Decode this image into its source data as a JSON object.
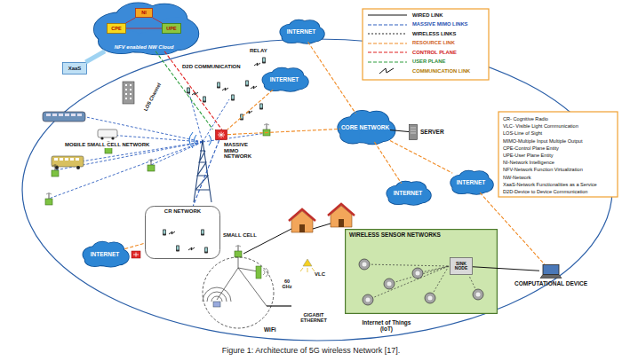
{
  "diagram": {
    "caption": "Figure 1: Architecture of 5G wireless Network [17].",
    "nodes": [
      {
        "text": [
          "NFV enabled NW Cloud"
        ]
      },
      {
        "text": [
          "NI"
        ],
        "in": 0
      },
      {
        "text": [
          "CPE"
        ],
        "in": 0
      },
      {
        "text": [
          "UPE"
        ],
        "in": 0
      },
      {
        "text": [
          "XaaS"
        ]
      },
      {
        "text": [
          "INTERNET"
        ]
      },
      {
        "text": [
          "INTERNET"
        ]
      },
      {
        "text": [
          "MASSIVE MIMO NETWORK"
        ]
      },
      {
        "text": [
          "CORE NETWORK"
        ]
      },
      {
        "text": [
          "SERVER"
        ]
      },
      {
        "text": [
          "INTERNET"
        ]
      },
      {
        "text": [
          "INTERNET"
        ]
      },
      {
        "text": [
          "INTERNET"
        ]
      },
      {
        "text": [
          "CR NETWORK"
        ]
      },
      {
        "text": [
          "WIRELESS SENSOR NETWORKS",
          "Internet of Things (IoT)"
        ]
      },
      {
        "text": [
          "SINK NODE"
        ],
        "in": 14
      },
      {
        "text": [
          "COMPUTATIONAL DEVICE"
        ]
      }
    ],
    "edges": [
      {
        "from": 1,
        "to": 2,
        "arrow": "none"
      },
      {
        "from": 1,
        "to": 3,
        "arrow": "none"
      },
      {
        "from": 2,
        "to": 3,
        "arrow": "none"
      },
      {
        "from": 0,
        "to": 4,
        "arrow": "none"
      },
      {
        "from": 0,
        "to": 7,
        "arrow": "none"
      },
      {
        "from": 0,
        "to": 7,
        "arrow": "none"
      },
      {
        "from": 5,
        "to": 8,
        "arrow": "none"
      },
      {
        "from": 6,
        "to": 7,
        "arrow": "none"
      },
      {
        "from": 7,
        "to": 8,
        "arrow": "none"
      },
      {
        "from": 8,
        "to": 9,
        "arrow": "none"
      },
      {
        "from": 8,
        "to": 10,
        "arrow": "none"
      },
      {
        "from": 8,
        "to": 11,
        "arrow": "none"
      },
      {
        "from": 11,
        "to": 16,
        "arrow": "none"
      },
      {
        "from": 16,
        "to": 15,
        "arrow": "none"
      },
      {
        "from": 12,
        "to": 13,
        "arrow": "none"
      },
      {
        "from": 7,
        "to": 13,
        "arrow": "none"
      }
    ],
    "labels": [
      "D2D COMMUNICATION",
      "RELAY",
      "LOS Channel",
      "MOBILE SMALL CELL NETWORK",
      "SMALL CELL",
      "WiFi",
      "60 GHz",
      "VLC",
      "GIGABIT ETHERNET",
      "CR- Cognitive Radio",
      "VLC- Visible Light Communication",
      "LOS-Line of Sight",
      "MIMO-Multiple Input Multiple Output",
      "CPE-Control Plane Entity",
      "UPE-User Plane Entity",
      "NI-Network Intelligence",
      "NFV-Network Function Virtualization",
      "NW-Network",
      "XaaS-Network Functionalities as a Service",
      "D2D-Device to Device Communication"
    ],
    "legend": [
      {
        "text": "WIRED LINK"
      },
      {
        "text": "MASSIVE MIMO LINKS"
      },
      {
        "text": "WIRELESS LINKS"
      },
      {
        "text": "RESOURCE LINK"
      },
      {
        "text": "CONTROL PLANE"
      },
      {
        "text": "USER PLANE"
      },
      {
        "text": "COMMUNICATION LINK"
      }
    ]
  }
}
